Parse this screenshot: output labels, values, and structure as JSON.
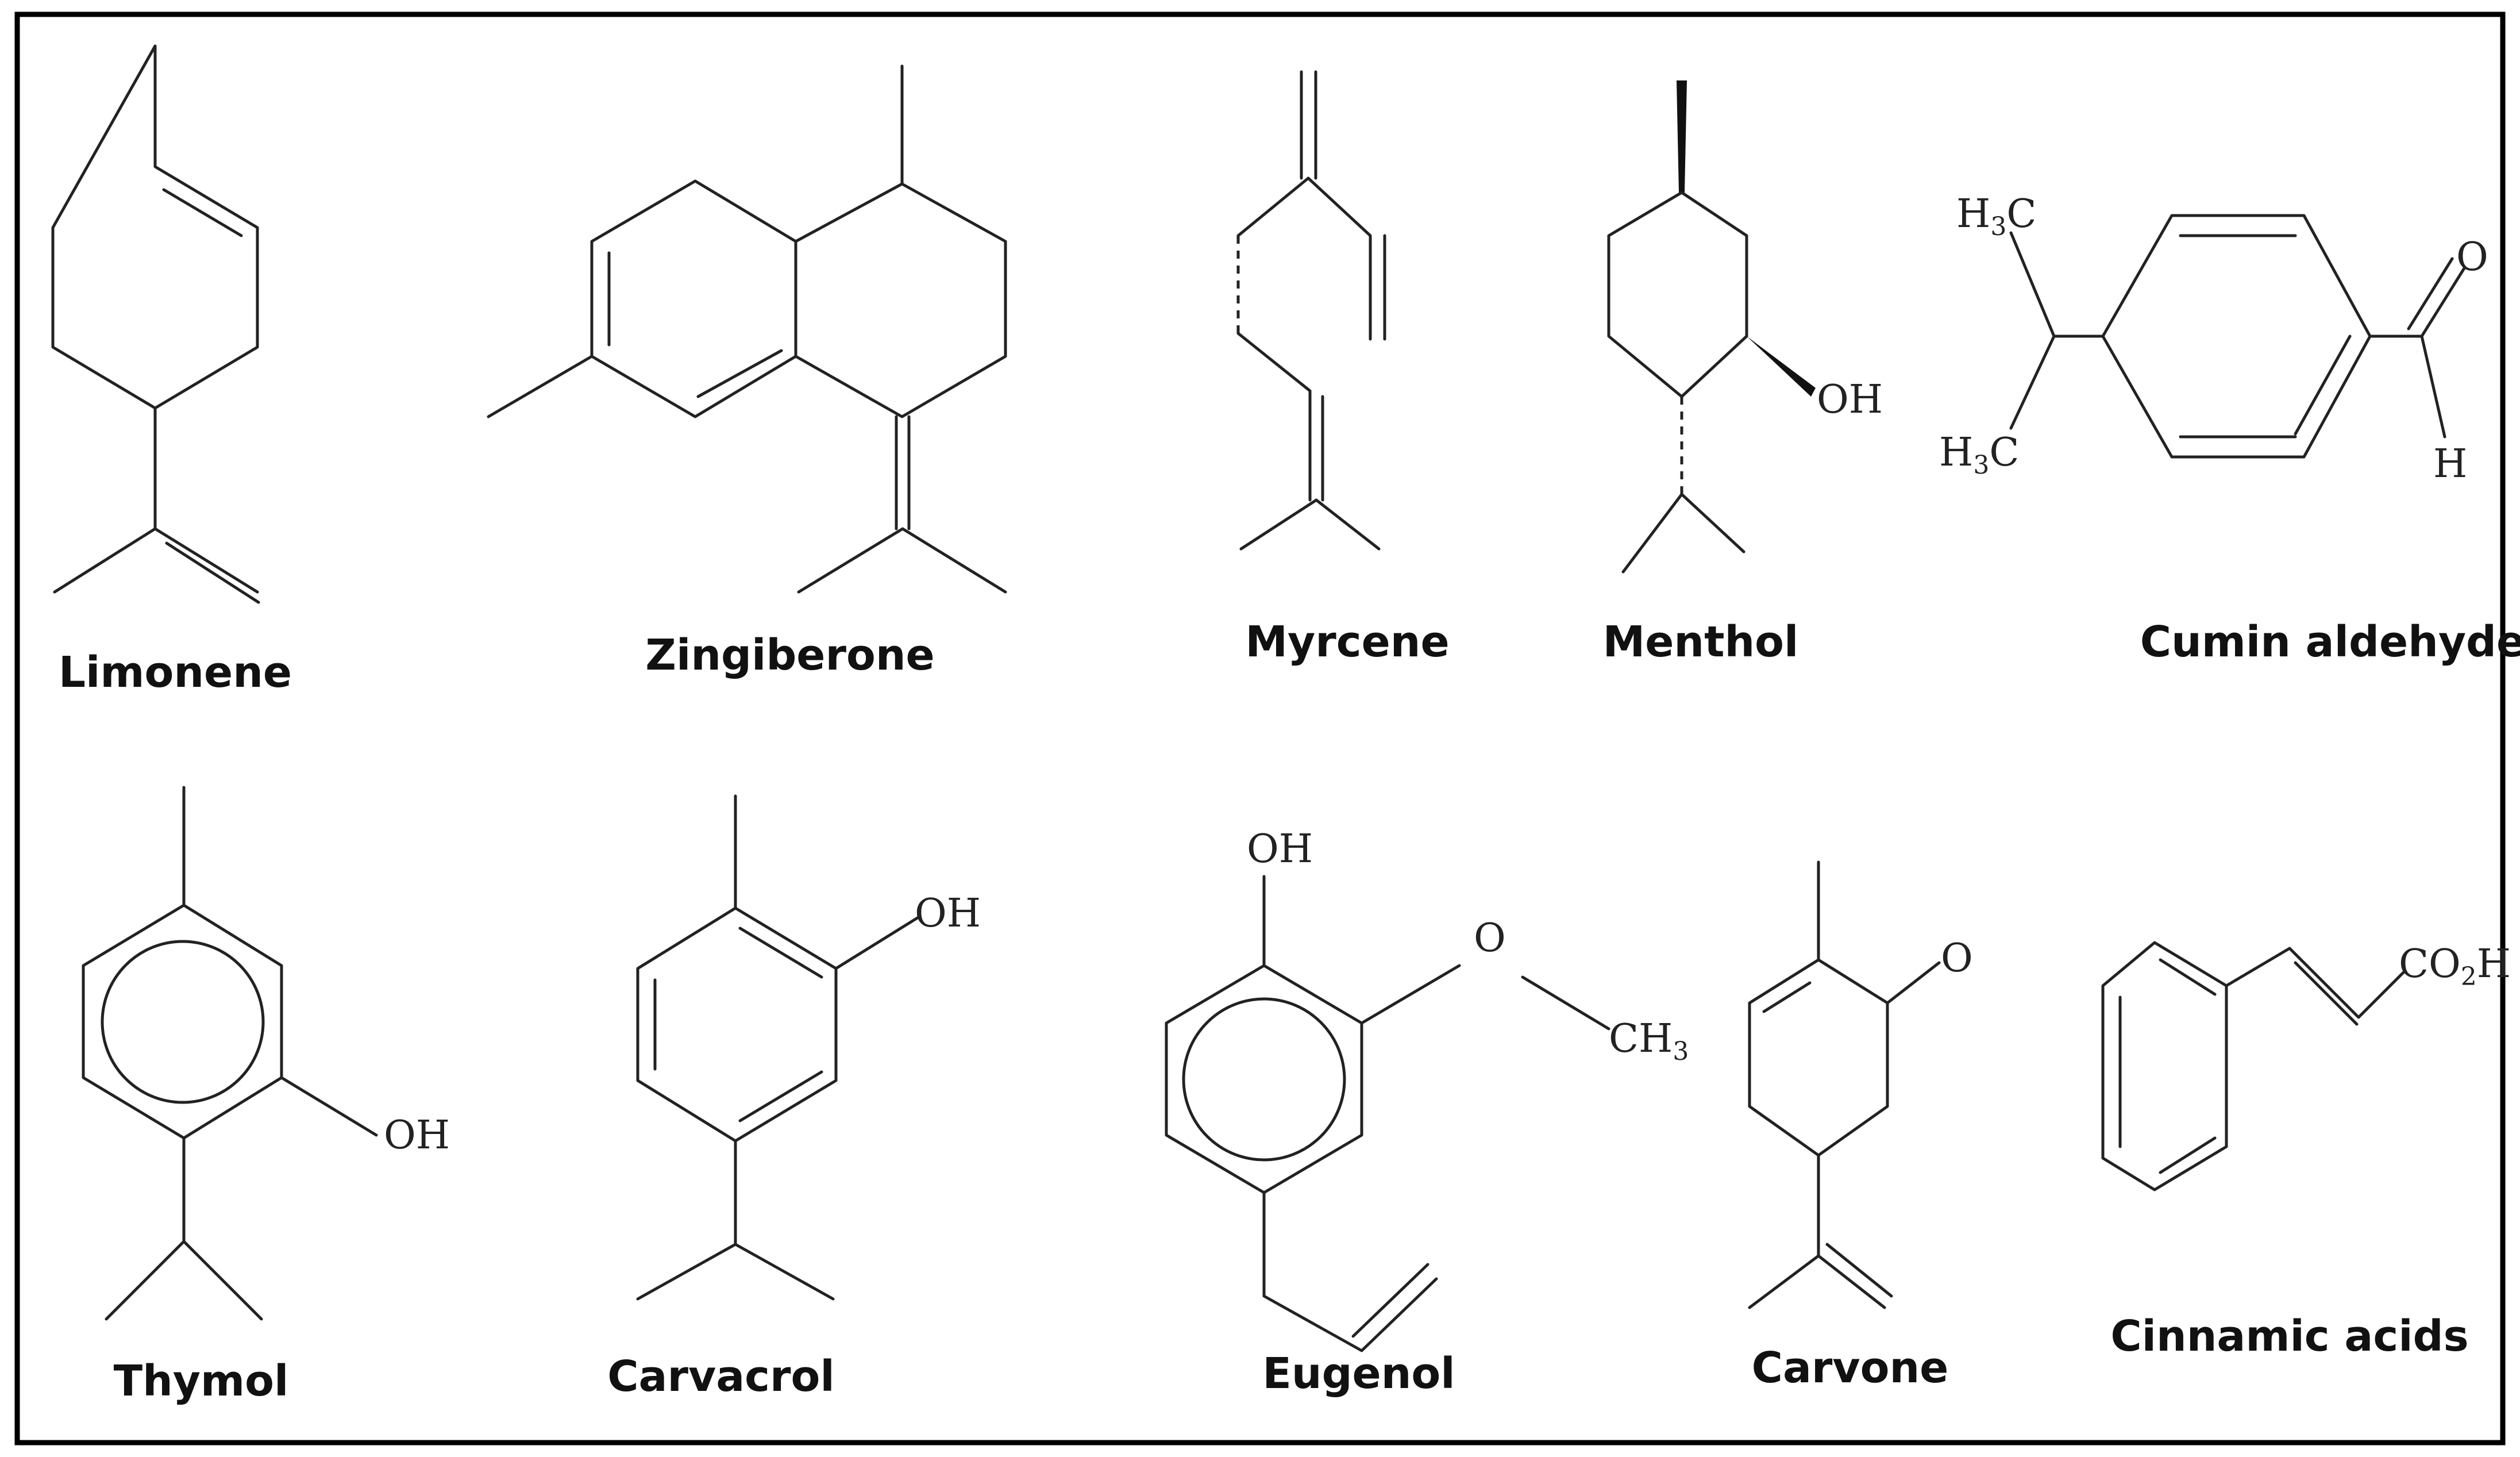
{
  "molecules": {
    "limonene": {
      "name": "Limonene"
    },
    "zingiberone": {
      "name": "Zingiberone"
    },
    "myrcene": {
      "name": "Myrcene"
    },
    "menthol": {
      "name": "Menthol",
      "oh": "OH"
    },
    "cumin_aldehyde": {
      "name": "Cumin aldehyde",
      "h3c": "H",
      "h3c_sub": "3",
      "h3c_c": "C",
      "o": "O",
      "h": "H"
    },
    "thymol": {
      "name": "Thymol",
      "oh": "OH"
    },
    "carvacrol": {
      "name": "Carvacrol",
      "oh": "OH"
    },
    "eugenol": {
      "name": "Eugenol",
      "oh": "OH",
      "o": "O",
      "ch3": "CH",
      "ch3_sub": "3"
    },
    "carvone": {
      "name": "Carvone",
      "o": "O"
    },
    "cinnamic_acids": {
      "name": "Cinnamic acids",
      "co2h_a": "CO",
      "co2h_sub": "2",
      "co2h_b": "H"
    }
  }
}
